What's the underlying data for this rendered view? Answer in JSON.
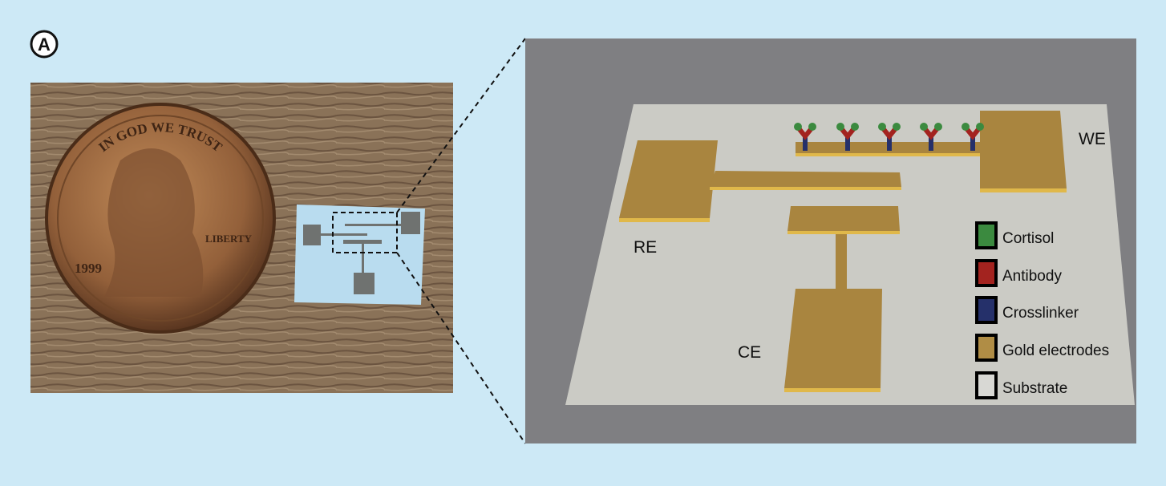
{
  "panel_label": "A",
  "photo": {
    "coin_text": [
      "LIBERTY",
      "IN GOD WE TRUST",
      "1999"
    ]
  },
  "electrode_labels": {
    "re": "RE",
    "ce": "CE",
    "we": "WE"
  },
  "legend": [
    {
      "label": "Cortisol",
      "color": "#3b8a3f"
    },
    {
      "label": "Antibody",
      "color": "#a3231f"
    },
    {
      "label": "Crosslinker",
      "color": "#25306a"
    },
    {
      "label": "Gold electrodes",
      "color": "#b08d45"
    },
    {
      "label": "Substrate",
      "color": "#d8d8d4"
    }
  ],
  "colors": {
    "background": "#cde9f6",
    "panel": "#7f7f82",
    "substrate": "#cbcbc5",
    "gold": "#a9853f",
    "gold_edge": "#e0b84a"
  }
}
